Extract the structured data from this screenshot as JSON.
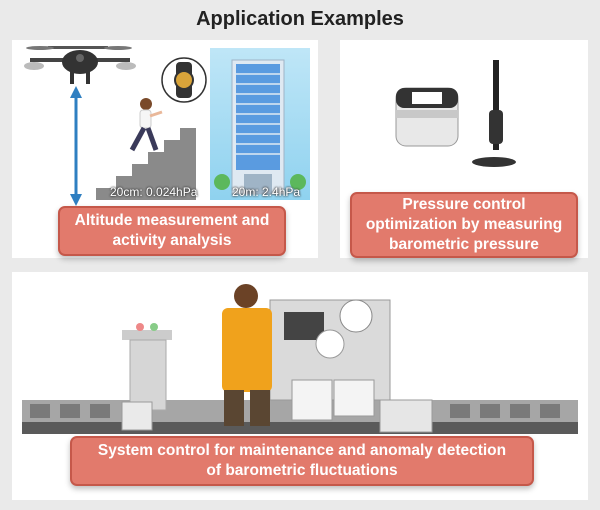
{
  "title": "Application Examples",
  "altitude": {
    "stairs_label": "20cm: 0.024hPa",
    "building_label": "20m: 2.4hPa",
    "caption_line1": "Altitude measurement and",
    "caption_line2": "activity analysis"
  },
  "pressure": {
    "caption_line1": "Pressure control",
    "caption_line2": "optimization by measuring",
    "caption_line3": "barometric pressure"
  },
  "system": {
    "caption_line1": "System control for maintenance and anomaly detection",
    "caption_line2": "of barometric fluctuations"
  },
  "colors": {
    "caption_fill": "#e27a6c",
    "arrow": "#2f7fc1",
    "sky": "#8fd2ef",
    "worker_shirt": "#f0a21c"
  },
  "icons": [
    "drone-icon",
    "watch-icon",
    "runner-icon",
    "building-icon",
    "rice-cooker-icon",
    "vacuum-icon",
    "worker-icon",
    "factory-machine-icon",
    "conveyor-icon"
  ]
}
